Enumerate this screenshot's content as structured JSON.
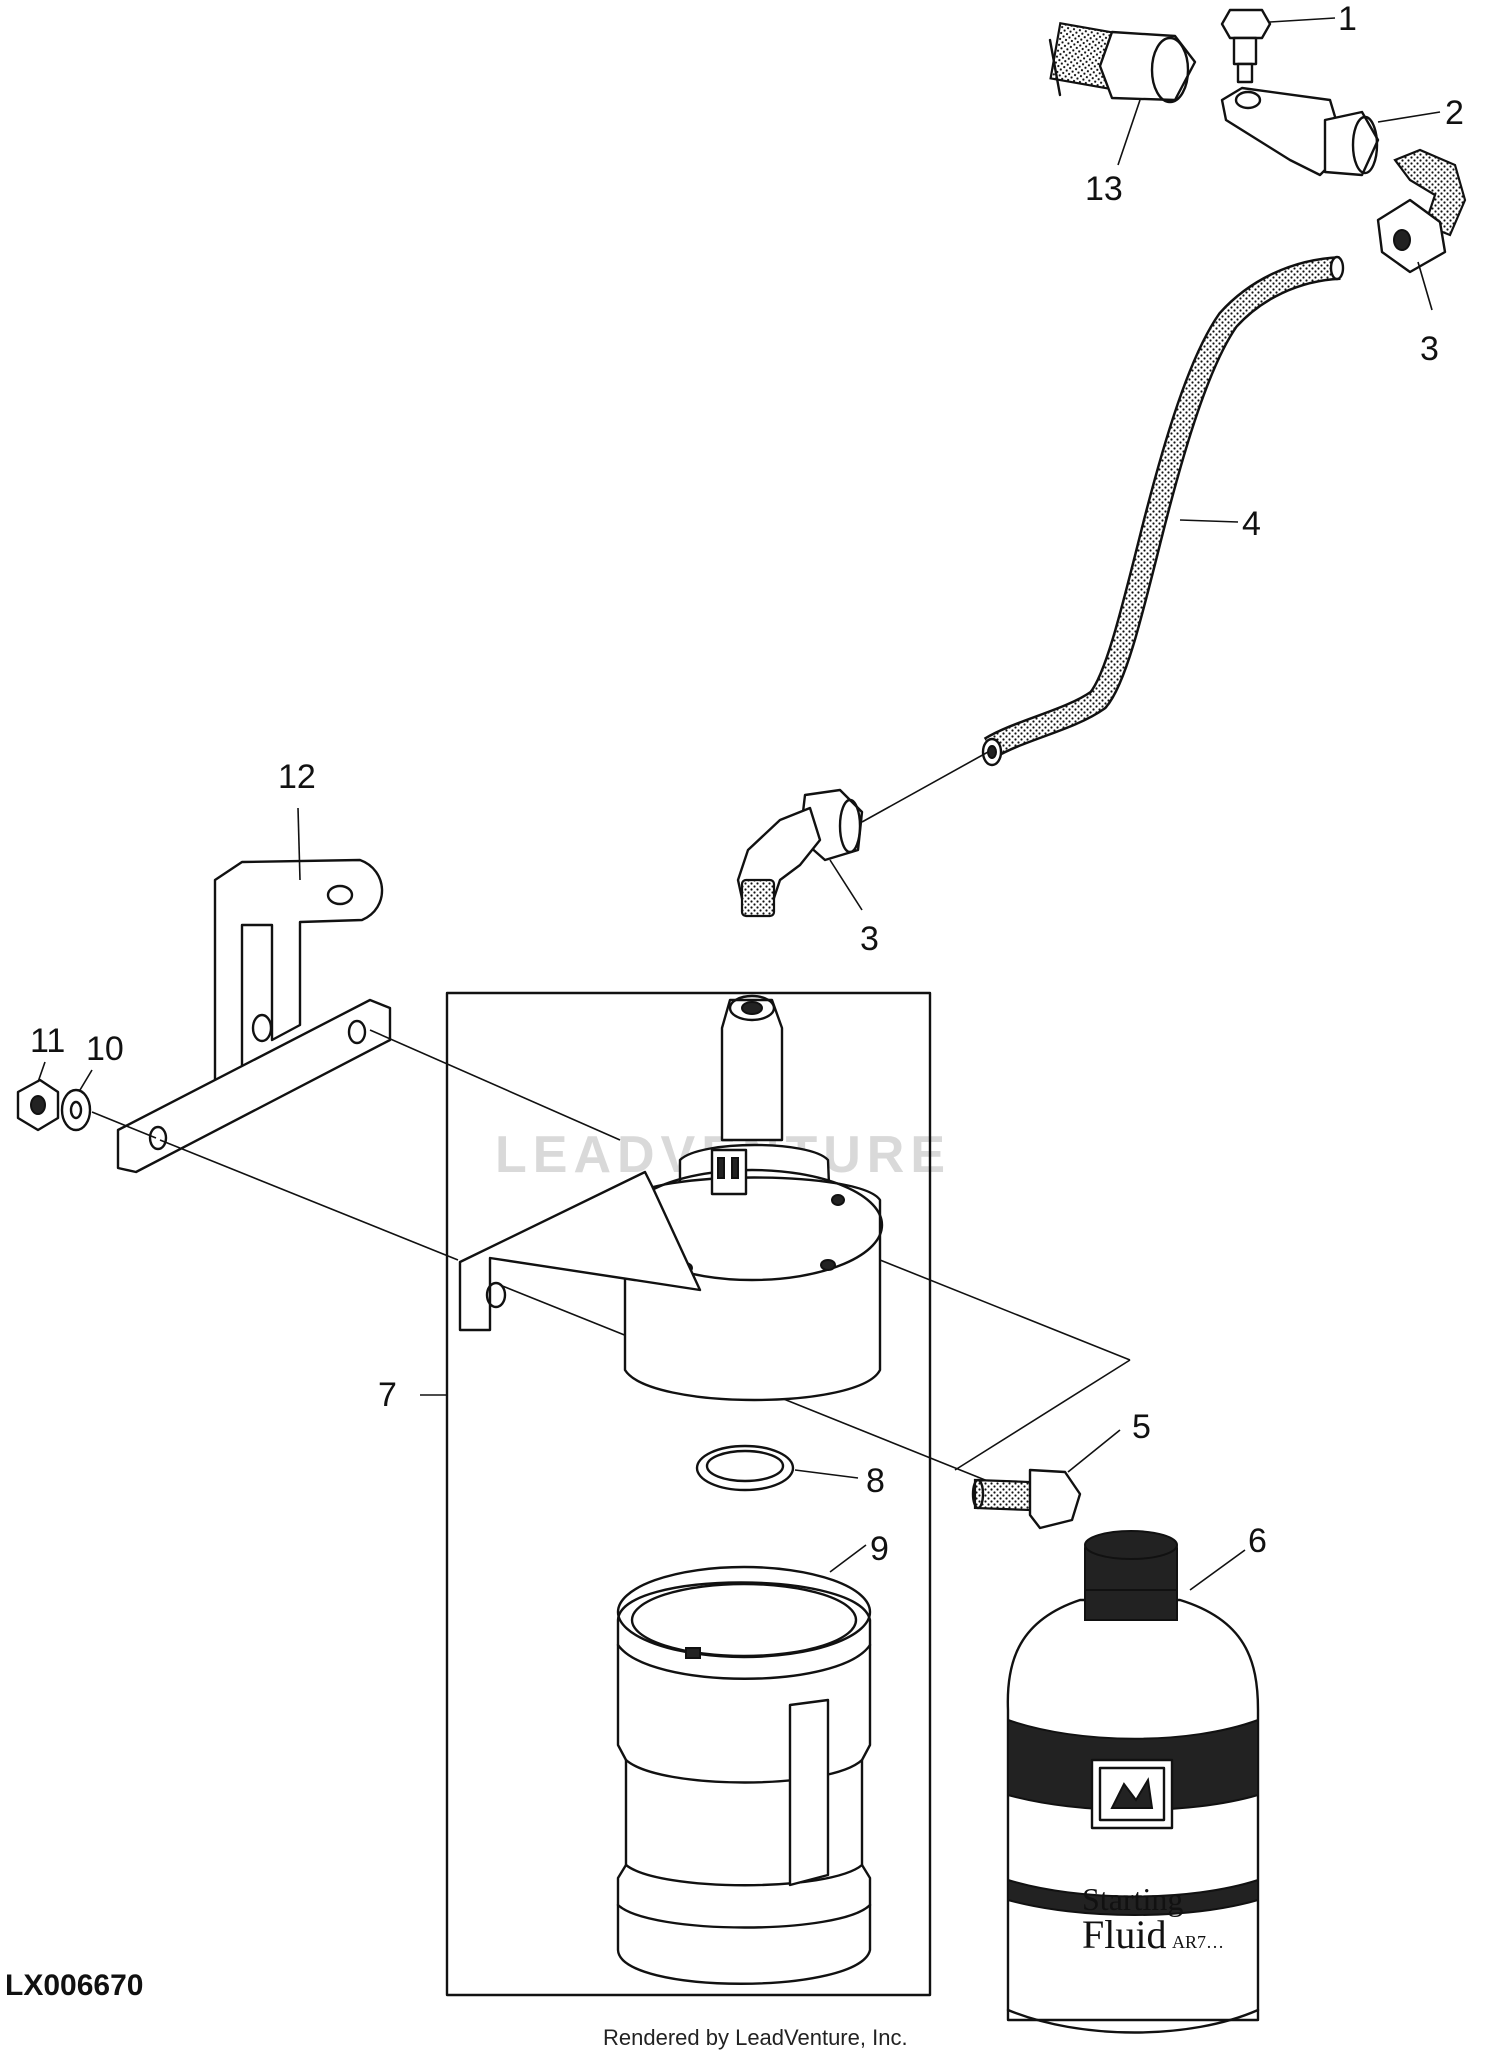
{
  "figure": {
    "id": "LX006670",
    "credit": "Rendered by LeadVenture, Inc.",
    "watermark": "LEADVENTURE"
  },
  "callouts": [
    {
      "ref": "1",
      "label": "1"
    },
    {
      "ref": "2",
      "label": "2"
    },
    {
      "ref": "3a",
      "label": "3"
    },
    {
      "ref": "3b",
      "label": "3"
    },
    {
      "ref": "4",
      "label": "4"
    },
    {
      "ref": "5",
      "label": "5"
    },
    {
      "ref": "6",
      "label": "6"
    },
    {
      "ref": "7",
      "label": "7"
    },
    {
      "ref": "8",
      "label": "8"
    },
    {
      "ref": "9",
      "label": "9"
    },
    {
      "ref": "10",
      "label": "10"
    },
    {
      "ref": "11",
      "label": "11"
    },
    {
      "ref": "12",
      "label": "12"
    },
    {
      "ref": "13",
      "label": "13"
    }
  ],
  "bottle": {
    "line1": "Starting",
    "line2": "Fluid",
    "part_no": "AR7…"
  }
}
